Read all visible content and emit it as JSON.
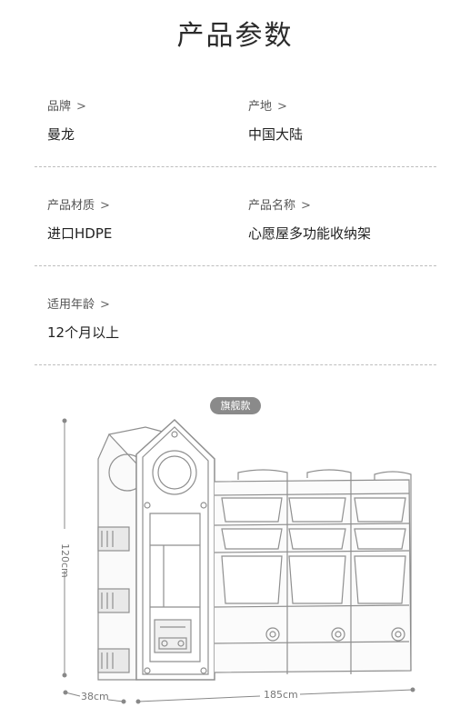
{
  "page": {
    "title": "产品参数"
  },
  "params": [
    {
      "label": "品牌",
      "value": "曼龙"
    },
    {
      "label": "产地",
      "value": "中国大陆"
    },
    {
      "label": "产品材质",
      "value": "进口HDPE"
    },
    {
      "label": "产品名称",
      "value": "心愿屋多功能收纳架"
    },
    {
      "label": "适用年龄",
      "value": "12个月以上"
    }
  ],
  "arrow": ">",
  "figure": {
    "badge": "旗舰款",
    "height_dim": "120cm",
    "depth_dim": "38cm",
    "width_dim": "185cm"
  }
}
